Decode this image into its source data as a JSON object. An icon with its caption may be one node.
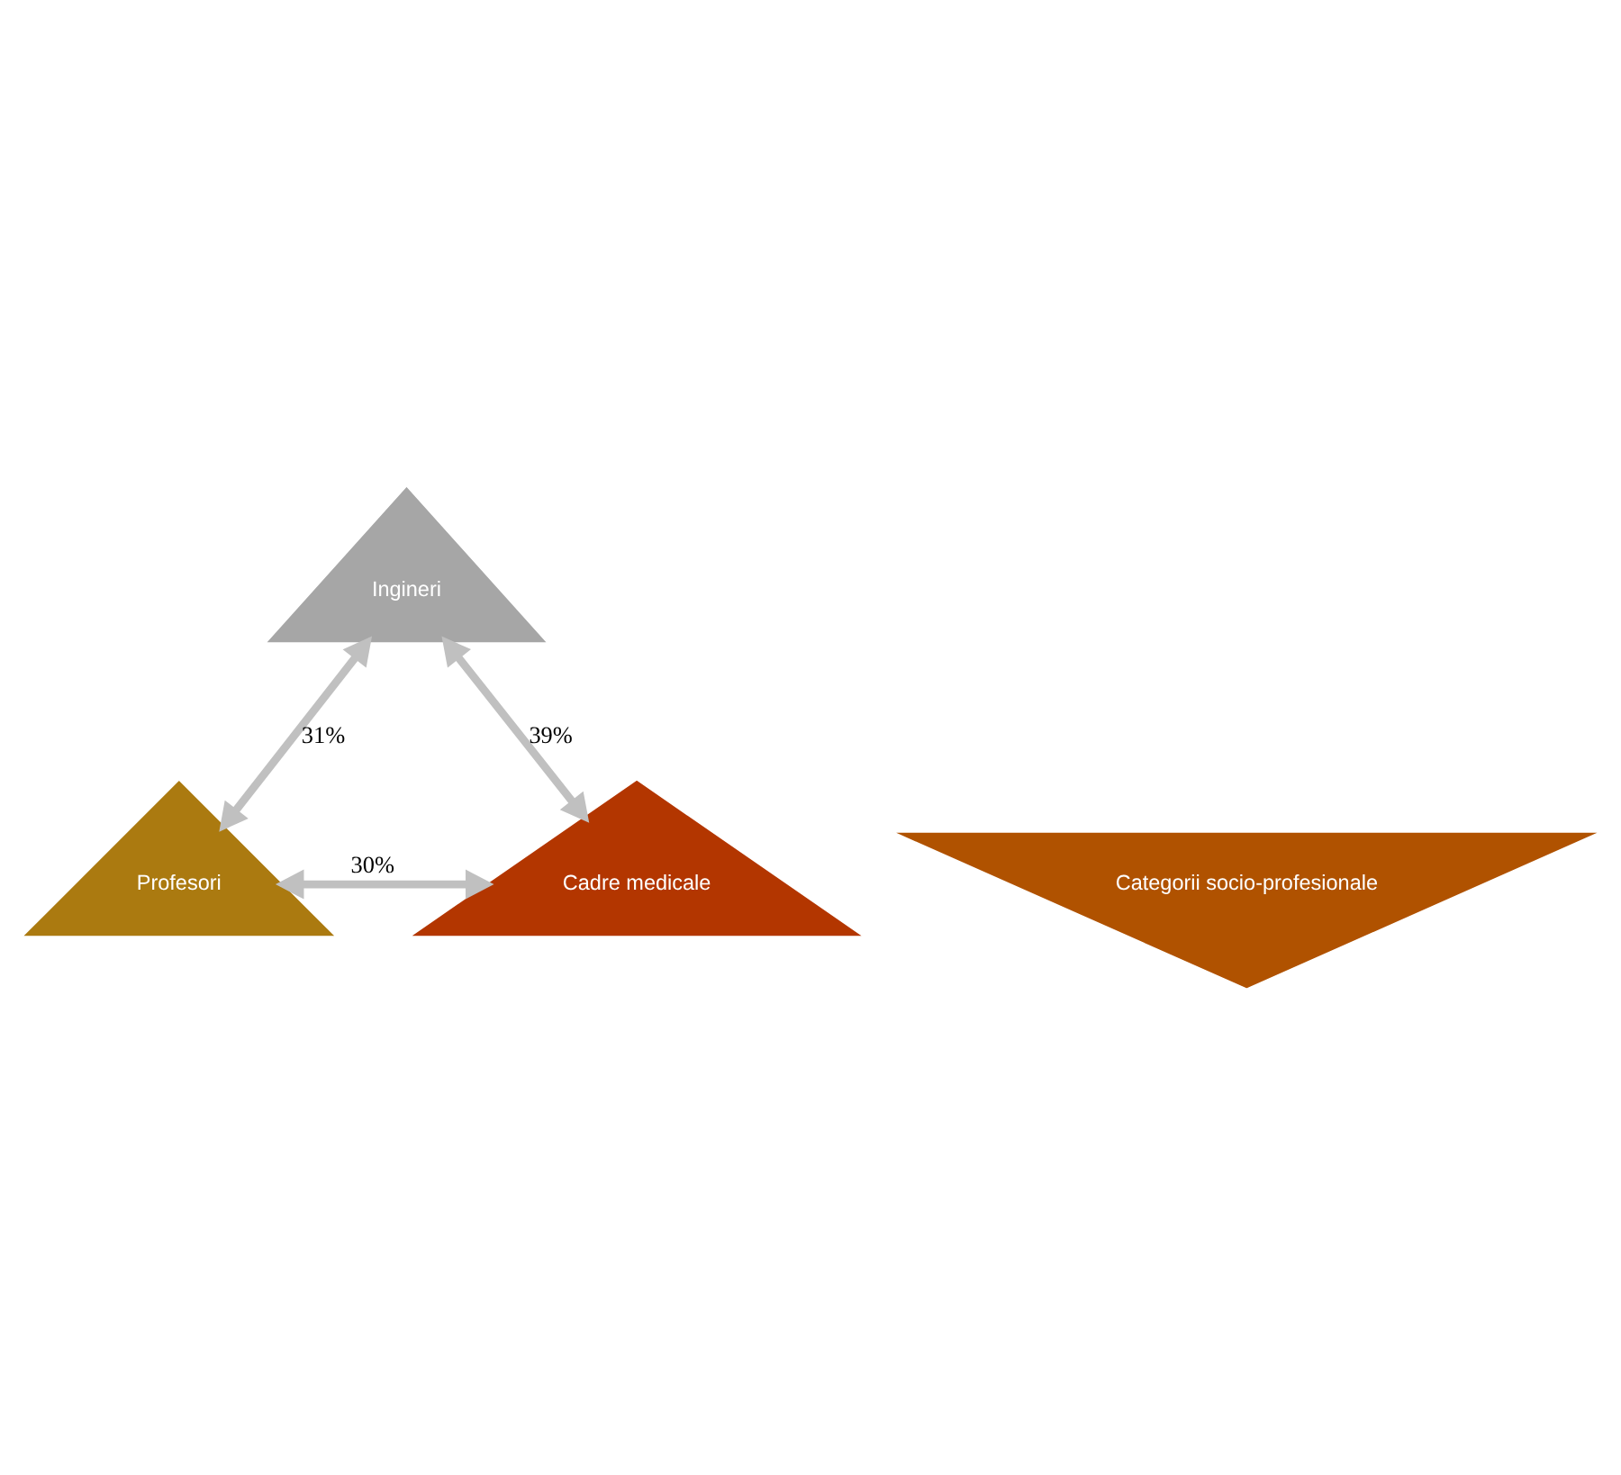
{
  "diagram": {
    "nodes": [
      {
        "text": [
          "Ingineri"
        ]
      },
      {
        "text": [
          "Categorii socio-profesionale"
        ]
      },
      {
        "text": [
          "Profesori"
        ]
      },
      {
        "text": [
          "Cadre medicale"
        ]
      }
    ],
    "edges": [
      {
        "from": 0,
        "to": 2,
        "arrow": "both",
        "label": "31%"
      },
      {
        "from": 0,
        "to": 3,
        "arrow": "both",
        "label": "39%"
      },
      {
        "from": 2,
        "to": 3,
        "arrow": "both",
        "label": "30%"
      }
    ]
  }
}
